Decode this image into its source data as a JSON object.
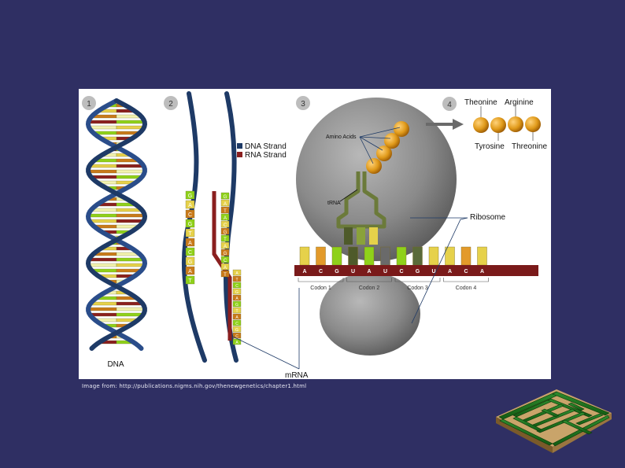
{
  "figure": {
    "panel_numbers": [
      "1",
      "2",
      "3",
      "4"
    ],
    "dna_label": "DNA",
    "mrna_label": "mRNA",
    "legend": {
      "dna_strand": "DNA Strand",
      "rna_strand": "RNA Strand",
      "dna_color": "#1e3a66",
      "rna_color": "#8a1f1f"
    },
    "amino_acids_label": "Amino Acids",
    "trna_label": "tRNA",
    "ribosome_label": "Ribosome",
    "mrna_bases": [
      "A",
      "C",
      "G",
      "U",
      "A",
      "U",
      "C",
      "G",
      "U",
      "A",
      "C",
      "A"
    ],
    "codons": [
      "Codon 1",
      "Codon 2",
      "Codon 3",
      "Codon 4"
    ],
    "protein_names": {
      "top_left": "Theonine",
      "top_right": "Arginine",
      "bottom_left": "Tyrosine",
      "bottom_right": "Threonine"
    },
    "dna_strand_letters": [
      "G",
      "A",
      "T",
      "A",
      "C",
      "G",
      "T",
      "A",
      "G",
      "C",
      "A",
      "T"
    ],
    "rna_strand_letters": [
      "A",
      "T",
      "C",
      "G",
      "A",
      "G",
      "T",
      "A",
      "C",
      "G",
      "C",
      "A"
    ],
    "strand2_letters": [
      "G",
      "A",
      "C",
      "G",
      "T",
      "A",
      "C",
      "G",
      "A",
      "T"
    ]
  },
  "caption": "Image from: http://publications.nigms.nih.gov/thenewgenetics/chapter1.html",
  "colors": {
    "background": "#2f2f63",
    "helix_blue": "#1e3a66",
    "rna_red": "#8a1f1f",
    "ribosome_gray": "#8a8a8a",
    "amino_orange": "#e09a1a",
    "base_green": "#8fd11a",
    "base_yellow": "#e6d14a"
  },
  "decoration": {
    "maze_icon": "green-maze-icon"
  }
}
